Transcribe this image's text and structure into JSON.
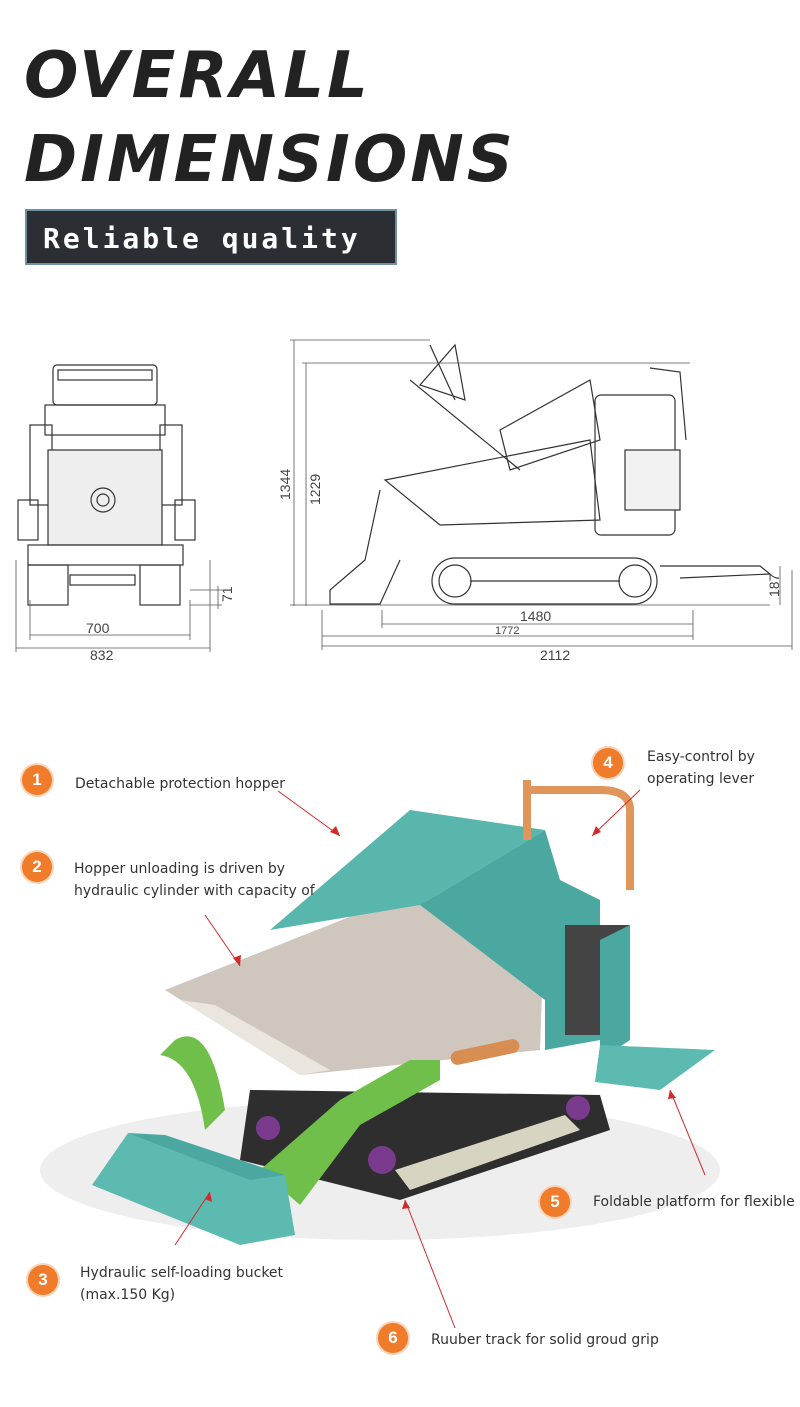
{
  "header": {
    "title_line1": "OVERALL",
    "title_line2": "DIMENSIONS",
    "badge": "Reliable quality"
  },
  "dimensions": {
    "front": {
      "inner_width": "700",
      "outer_width": "832",
      "ground_clearance": "71"
    },
    "side": {
      "total_height": "1344",
      "hopper_height": "1229",
      "track_length": "1480",
      "body_length": "1772",
      "total_length": "2112",
      "platform_height": "187"
    }
  },
  "callouts": [
    {
      "num": "1",
      "text": "Detachable protection hopper"
    },
    {
      "num": "2",
      "line1": "Hopper unloading is driven by",
      "line2": "hydraulic cylinder with capacity of"
    },
    {
      "num": "3",
      "line1": "Hydraulic self-loading bucket",
      "line2": "(max.150 Kg)"
    },
    {
      "num": "4",
      "line1": "Easy-control by",
      "line2": "operating lever"
    },
    {
      "num": "5",
      "text": "Foldable platform for flexible"
    },
    {
      "num": "6",
      "text": "Ruuber track for solid groud grip"
    }
  ],
  "colors": {
    "accent": "#f07b2a",
    "teal": "#4fb2ad",
    "green": "#6fbf4a",
    "dark": "#2b2f33"
  }
}
